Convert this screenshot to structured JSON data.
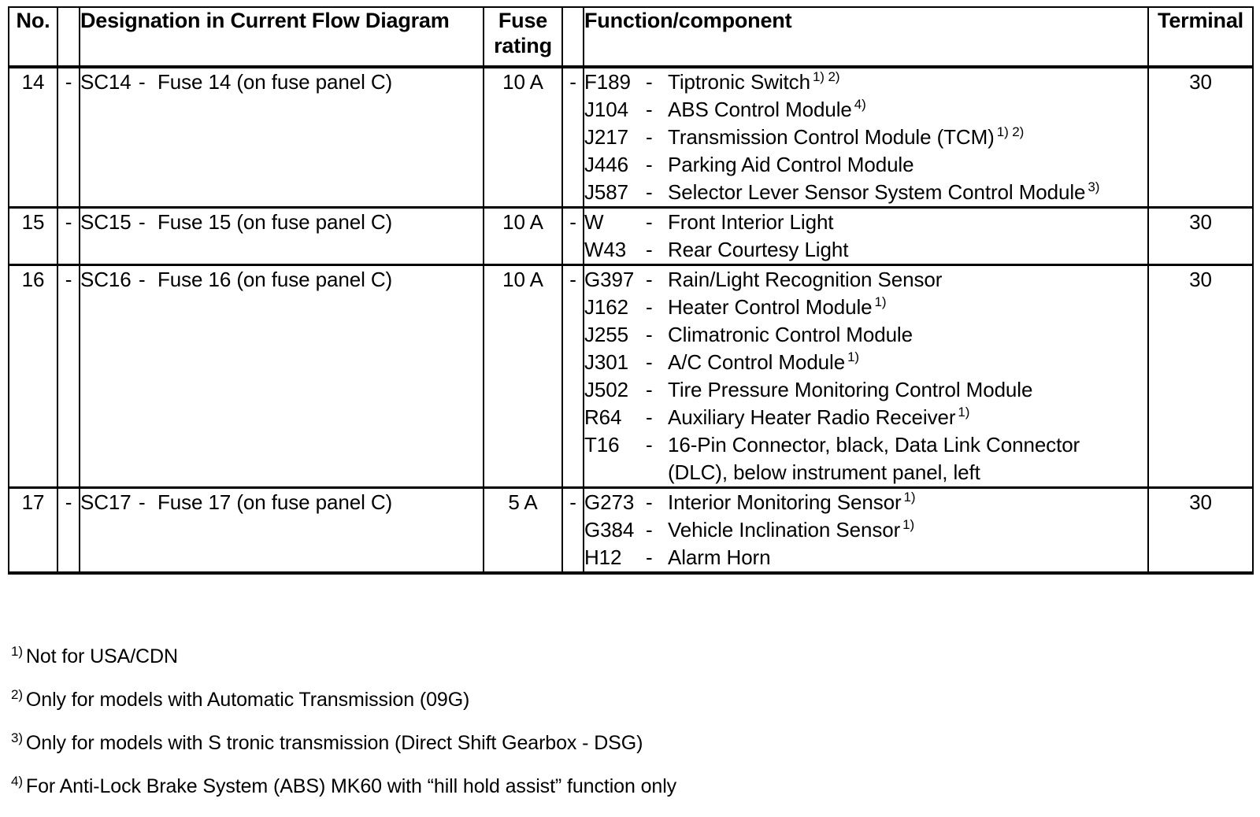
{
  "table": {
    "headers": {
      "no": "No.",
      "dash1": "",
      "designation": "Designation in Current Flow Diagram",
      "fuse_rating_line1": "Fuse",
      "fuse_rating_line2": "rating",
      "dash2": "",
      "function_component": "Function/component",
      "terminal": "Terminal"
    },
    "rows": [
      {
        "no": "14",
        "dash1": "-",
        "desig_code": "SC14",
        "desig_dash": "-",
        "desig_text": "Fuse 14 (on fuse panel C)",
        "fuse_rating": "10 A",
        "dash2": "-",
        "terminal": "30",
        "components": [
          {
            "code": "F189",
            "dash": "-",
            "text": "Tiptronic Switch",
            "sup": "1) 2)"
          },
          {
            "code": "J104",
            "dash": "-",
            "text": "ABS Control Module",
            "sup": "4)"
          },
          {
            "code": "J217",
            "dash": "-",
            "text": "Transmission Control Module (TCM)",
            "sup": "1) 2)"
          },
          {
            "code": "J446",
            "dash": "-",
            "text": "Parking Aid Control Module",
            "sup": ""
          },
          {
            "code": "J587",
            "dash": "-",
            "text": "Selector Lever Sensor System Control Module",
            "sup": "3)"
          }
        ]
      },
      {
        "no": "15",
        "dash1": "-",
        "desig_code": "SC15",
        "desig_dash": "-",
        "desig_text": "Fuse 15 (on fuse panel C)",
        "fuse_rating": "10 A",
        "dash2": "-",
        "terminal": "30",
        "components": [
          {
            "code": "W",
            "dash": "-",
            "text": "Front Interior Light",
            "sup": ""
          },
          {
            "code": "W43",
            "dash": "-",
            "text": "Rear Courtesy Light",
            "sup": ""
          }
        ]
      },
      {
        "no": "16",
        "dash1": "-",
        "desig_code": "SC16",
        "desig_dash": "-",
        "desig_text": "Fuse 16 (on fuse panel C)",
        "fuse_rating": "10 A",
        "dash2": "-",
        "terminal": "30",
        "components": [
          {
            "code": "G397",
            "dash": "-",
            "text": "Rain/Light Recognition Sensor",
            "sup": ""
          },
          {
            "code": "J162",
            "dash": "-",
            "text": "Heater Control Module",
            "sup": "1)"
          },
          {
            "code": "J255",
            "dash": "-",
            "text": "Climatronic Control Module",
            "sup": ""
          },
          {
            "code": "J301",
            "dash": "-",
            "text": "A/C Control Module",
            "sup": "1)"
          },
          {
            "code": "J502",
            "dash": "-",
            "text": "Tire Pressure Monitoring Control Module",
            "sup": ""
          },
          {
            "code": "R64",
            "dash": "-",
            "text": "Auxiliary Heater Radio Receiver",
            "sup": "1)"
          },
          {
            "code": "T16",
            "dash": "-",
            "text": "16-Pin Connector, black, Data Link Connector",
            "sup": "",
            "continuation": "(DLC), below instrument panel, left"
          }
        ]
      },
      {
        "no": "17",
        "dash1": "-",
        "desig_code": "SC17",
        "desig_dash": "-",
        "desig_text": "Fuse 17 (on fuse panel C)",
        "fuse_rating": "5 A",
        "dash2": "-",
        "terminal": "30",
        "components": [
          {
            "code": "G273",
            "dash": "-",
            "text": "Interior Monitoring Sensor",
            "sup": "1)"
          },
          {
            "code": "G384",
            "dash": "-",
            "text": "Vehicle Inclination Sensor",
            "sup": "1)"
          },
          {
            "code": "H12",
            "dash": "-",
            "text": "Alarm Horn",
            "sup": ""
          }
        ]
      }
    ]
  },
  "footnotes": [
    {
      "marker": "1)",
      "text": "Not for USA/CDN"
    },
    {
      "marker": "2)",
      "text": "Only for models with Automatic Transmission (09G)"
    },
    {
      "marker": "3)",
      "text": "Only for models with S tronic transmission (Direct Shift Gearbox - DSG)"
    },
    {
      "marker": "4)",
      "text": "For Anti-Lock Brake System (ABS) MK60 with “hill hold assist” function only"
    }
  ]
}
